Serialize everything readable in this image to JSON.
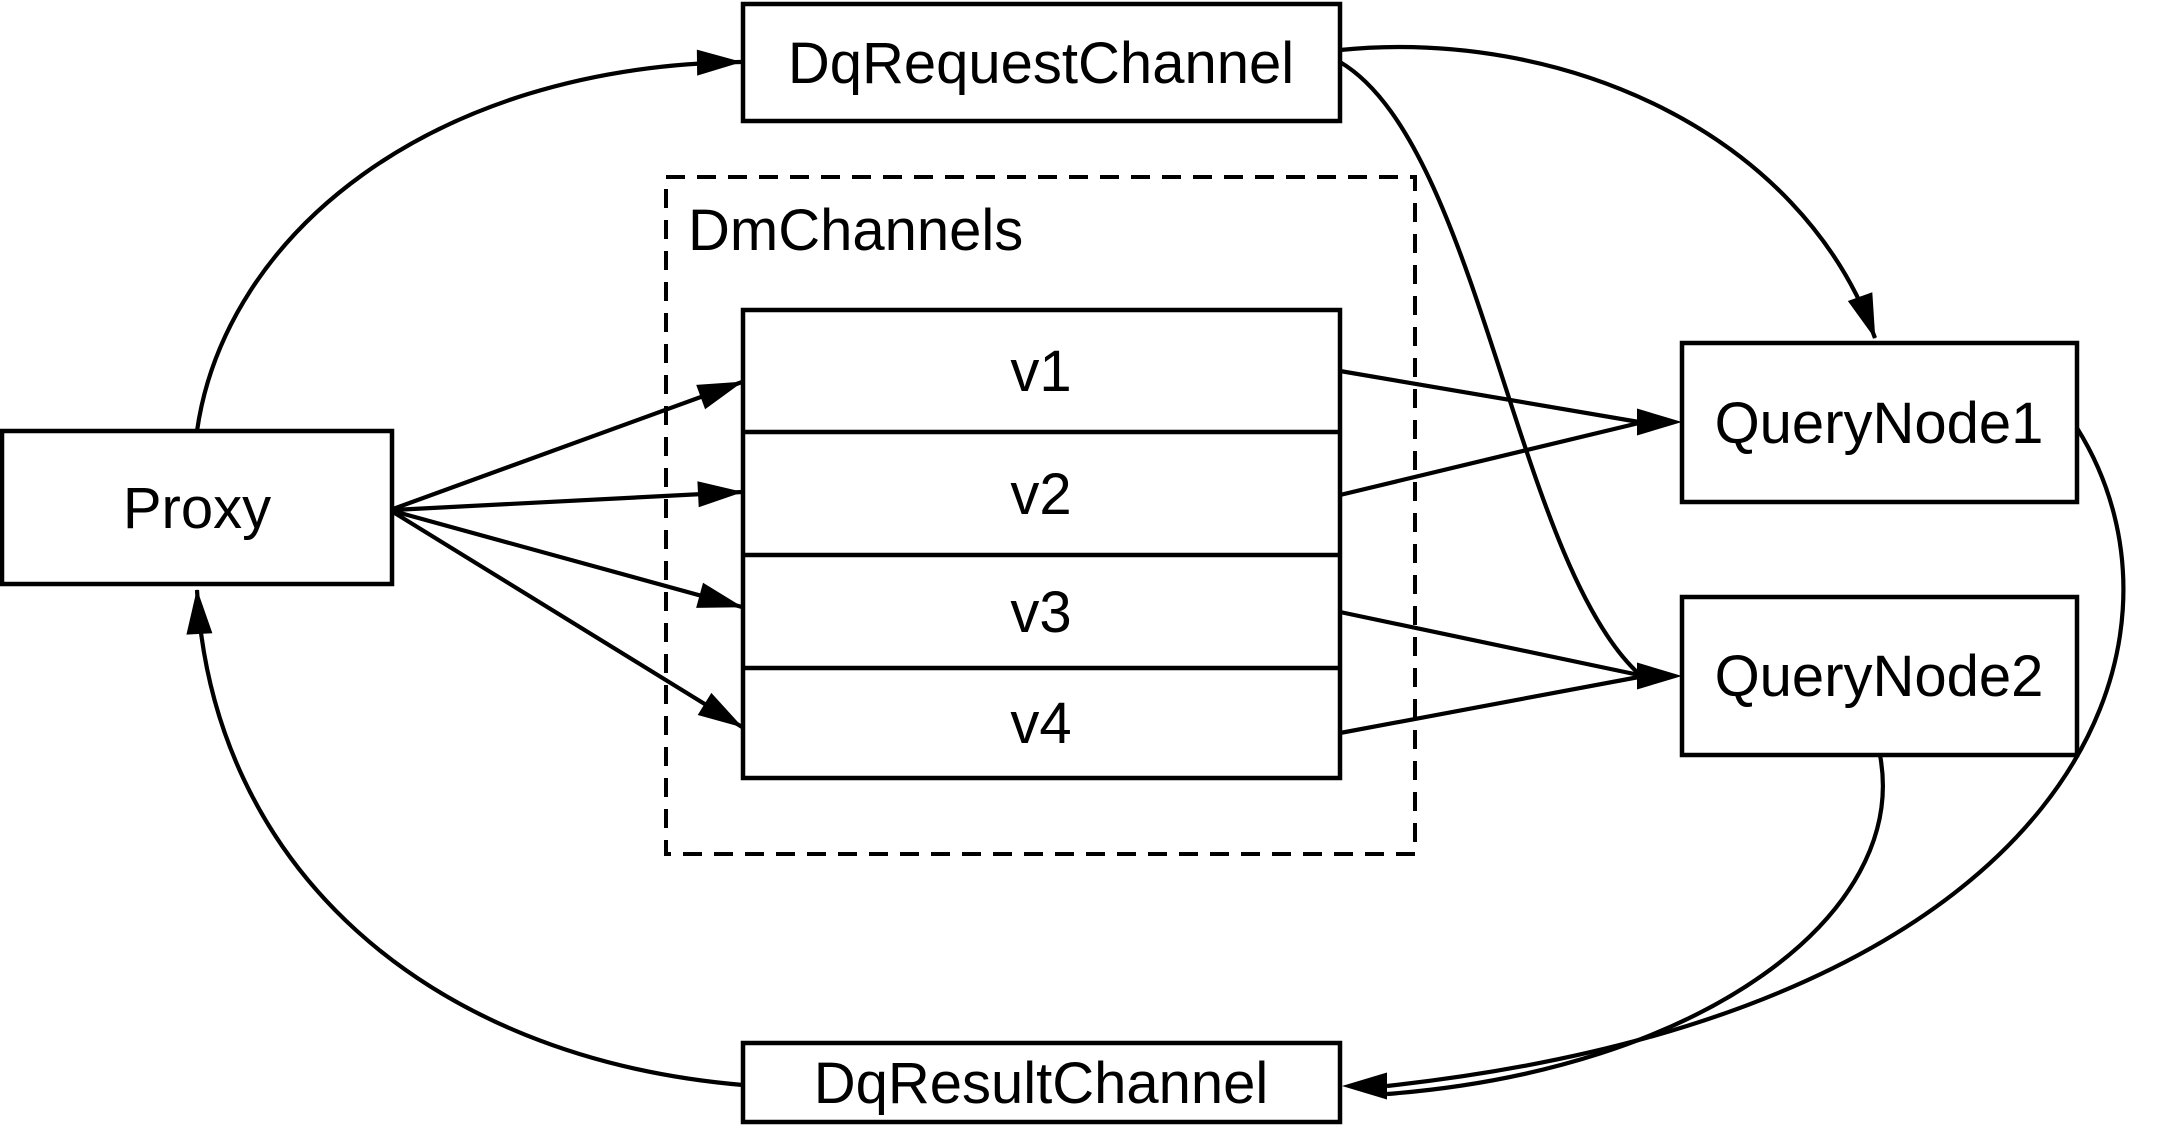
{
  "diagram": {
    "nodes": {
      "proxy": {
        "label": "Proxy"
      },
      "dq_request_channel": {
        "label": "DqRequestChannel"
      },
      "dm_channels_group": {
        "label": "DmChannels"
      },
      "channels": [
        {
          "label": "v1"
        },
        {
          "label": "v2"
        },
        {
          "label": "v3"
        },
        {
          "label": "v4"
        }
      ],
      "query_node_1": {
        "label": "QueryNode1"
      },
      "query_node_2": {
        "label": "QueryNode2"
      },
      "dq_result_channel": {
        "label": "DqResultChannel"
      }
    },
    "edges": [
      {
        "from": "Proxy",
        "to": "DqRequestChannel"
      },
      {
        "from": "DqRequestChannel",
        "to": "QueryNode1"
      },
      {
        "from": "DqRequestChannel",
        "to": "QueryNode2"
      },
      {
        "from": "Proxy",
        "to": "v1"
      },
      {
        "from": "Proxy",
        "to": "v2"
      },
      {
        "from": "Proxy",
        "to": "v3"
      },
      {
        "from": "Proxy",
        "to": "v4"
      },
      {
        "from": "v1",
        "to": "QueryNode1"
      },
      {
        "from": "v2",
        "to": "QueryNode1"
      },
      {
        "from": "v3",
        "to": "QueryNode2"
      },
      {
        "from": "v4",
        "to": "QueryNode2"
      },
      {
        "from": "QueryNode1",
        "to": "DqResultChannel"
      },
      {
        "from": "QueryNode2",
        "to": "DqResultChannel"
      },
      {
        "from": "DqResultChannel",
        "to": "Proxy"
      }
    ],
    "colors": {
      "background": "#ffffff",
      "stroke": "#000000",
      "text": "#000000"
    }
  }
}
